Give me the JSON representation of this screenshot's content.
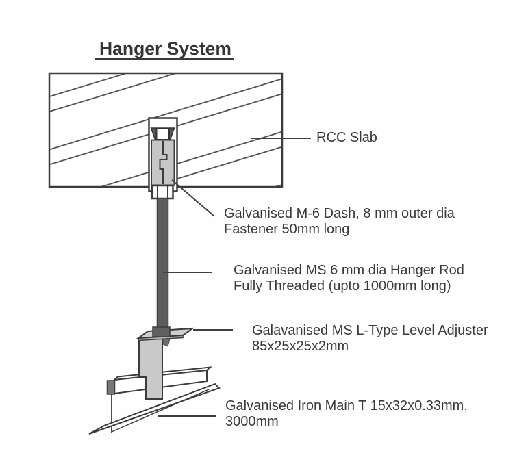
{
  "title": "Hanger System",
  "colors": {
    "stroke": "#3c3c3c",
    "text": "#3a3a3a",
    "slab_hatch": "#4a4a4a",
    "anchor_body_fill": "#c6c6c6",
    "rod_fill": "#5d5d5d",
    "bracket_fill": "#c9c9c9",
    "nut_fill": "#5f5f5f",
    "background": "#ffffff"
  },
  "labels": {
    "rcc_slab": {
      "text": "RCC Slab"
    },
    "fastener": {
      "line1": "Galvanised M-6 Dash, 8 mm outer dia",
      "line2": "Fastener 50mm long"
    },
    "hanger_rod": {
      "line1": "Galvanised MS 6 mm dia Hanger Rod",
      "line2": "Fully Threaded (upto 1000mm long)"
    },
    "level_adjuster": {
      "line1": "Galavanised MS L-Type Level Adjuster",
      "line2": "85x25x25x2mm"
    },
    "main_t": {
      "line1": "Galvanised Iron Main T 15x32x0.33mm,",
      "line2": "3000mm"
    }
  }
}
